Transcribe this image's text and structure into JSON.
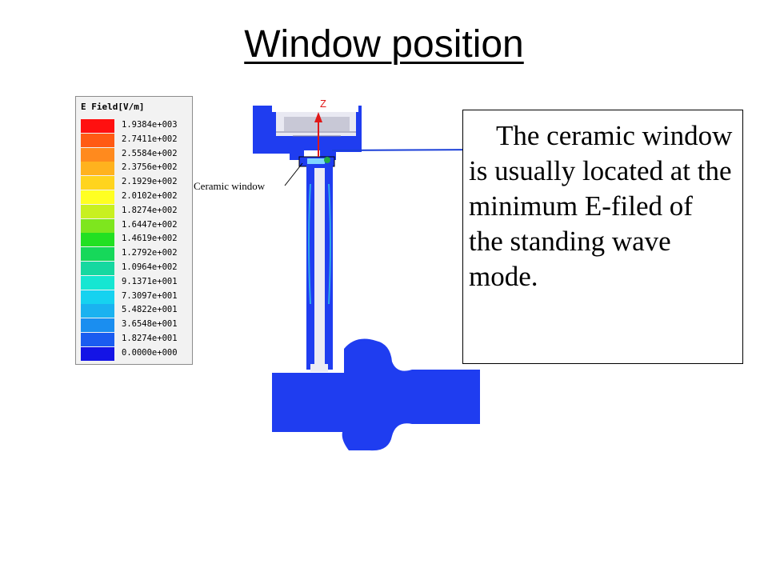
{
  "title": "Window position",
  "legend": {
    "title": "E Field[V/m]",
    "entries": [
      {
        "value": "1.9384e+003",
        "color": "#ff1010"
      },
      {
        "value": "2.7411e+002",
        "color": "#ff5a14"
      },
      {
        "value": "2.5584e+002",
        "color": "#ff8a1e"
      },
      {
        "value": "2.3756e+002",
        "color": "#ffb21e"
      },
      {
        "value": "2.1929e+002",
        "color": "#ffd41e"
      },
      {
        "value": "2.0102e+002",
        "color": "#ffff22"
      },
      {
        "value": "1.8274e+002",
        "color": "#c8f020"
      },
      {
        "value": "1.6447e+002",
        "color": "#7ee61e"
      },
      {
        "value": "1.4619e+002",
        "color": "#22e022"
      },
      {
        "value": "1.2792e+002",
        "color": "#16d85a"
      },
      {
        "value": "1.0964e+002",
        "color": "#16d8a0"
      },
      {
        "value": "9.1371e+001",
        "color": "#16e6d2"
      },
      {
        "value": "7.3097e+001",
        "color": "#16d2f0"
      },
      {
        "value": "5.4822e+001",
        "color": "#1ab2f0"
      },
      {
        "value": "3.6548e+001",
        "color": "#1a8ef0"
      },
      {
        "value": "1.8274e+001",
        "color": "#1a5cf0"
      },
      {
        "value": "0.0000e+000",
        "color": "#1414e6"
      }
    ]
  },
  "annotation": {
    "window_label": "Ceramic window",
    "axis_label": "Z"
  },
  "callout": {
    "text": "The ceramic window is usually located at the minimum E-filed of the standing wave mode."
  },
  "colors": {
    "field_min": "#1f3df0",
    "field_outline": "#2a50ff",
    "field_hint": "#2fa8e8",
    "arrow": "#1a3fd8",
    "axis": "#e01818"
  }
}
